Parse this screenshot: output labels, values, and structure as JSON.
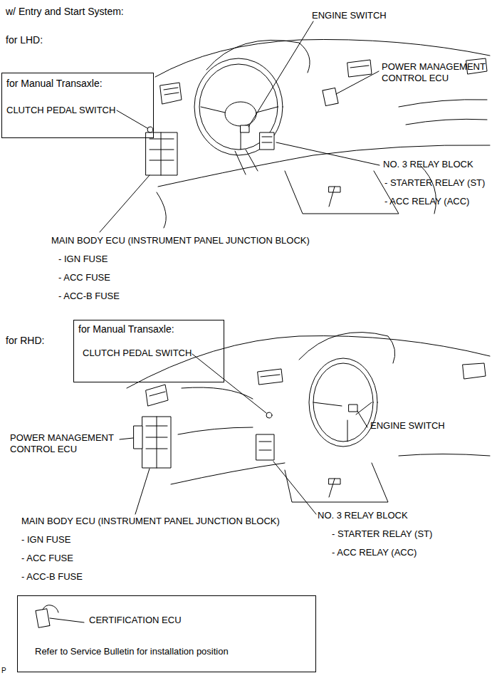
{
  "diagram": {
    "title": "w/ Entry and Start System:",
    "nodes": [
      {
        "text": [
          "for Manual Transaxle:",
          "CLUTCH PEDAL SWITCH"
        ]
      },
      {
        "text": [
          "for Manual Transaxle:",
          "CLUTCH PEDAL SWITCH"
        ]
      },
      {
        "text": [
          "CERTIFICATION ECU",
          "Refer to Service Bulletin for installation position"
        ]
      }
    ],
    "edges": [],
    "labels": [
      "for LHD:",
      "ENGINE SWITCH",
      "POWER MANAGEMENT CONTROL ECU",
      "NO. 3 RELAY BLOCK",
      "- STARTER RELAY (ST)",
      "- ACC RELAY (ACC)",
      "MAIN BODY ECU (INSTRUMENT PANEL JUNCTION BLOCK)",
      "- IGN FUSE",
      "- ACC FUSE",
      "- ACC-B FUSE",
      "for RHD:",
      "POWER MANAGEMENT CONTROL ECU",
      "ENGINE SWITCH",
      "MAIN BODY ECU (INSTRUMENT PANEL JUNCTION BLOCK)",
      "- IGN FUSE",
      "- ACC FUSE",
      "- ACC-B FUSE",
      "NO. 3 RELAY BLOCK",
      "- STARTER RELAY (ST)",
      "- ACC RELAY (ACC)",
      "P"
    ]
  }
}
